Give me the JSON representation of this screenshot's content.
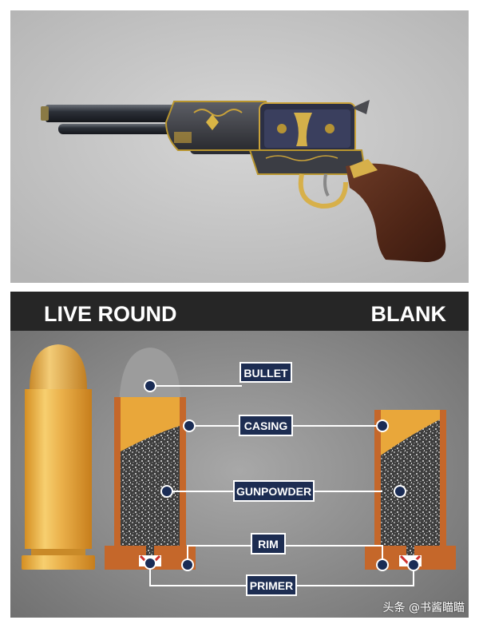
{
  "header": {
    "left_title": "LIVE ROUND",
    "right_title": "BLANK"
  },
  "labels": {
    "bullet": "BULLET",
    "casing": "CASING",
    "gunpowder": "GUNPOWDER",
    "rim": "RIM",
    "primer": "PRIMER"
  },
  "watermark": "头条 @书酱瞄瞄",
  "colors": {
    "photo_bg": "#c9c9c9",
    "diagram_bg": "#8a8a8a",
    "header_bg": "#222222",
    "casing_gold": "#e8a83a",
    "rim_copper": "#c8692b",
    "bullet_grey": "#9b9b9b",
    "label_box": "#1d2d52",
    "primer_red": "#d0302c"
  }
}
